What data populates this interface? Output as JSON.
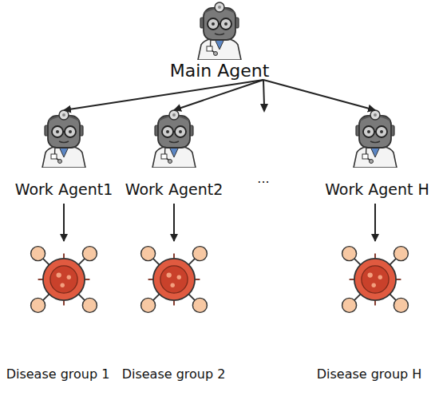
{
  "diagram": {
    "nodes": [
      {
        "text": [
          "Main Agent"
        ]
      },
      {
        "text": [
          "Work Agent1"
        ]
      },
      {
        "text": [
          "Work Agent2"
        ]
      },
      {
        "text": [
          "Work Agent H"
        ]
      },
      {
        "text": [
          "Disease group 1"
        ]
      },
      {
        "text": [
          "Disease group 2"
        ]
      },
      {
        "text": [
          "Disease group H"
        ]
      }
    ],
    "edges": [
      {
        "from": 0,
        "to": 1,
        "arrow": "to"
      },
      {
        "from": 0,
        "to": 2,
        "arrow": "to"
      },
      {
        "from": 0,
        "to": 3,
        "arrow": "to"
      },
      {
        "from": 1,
        "to": 4,
        "arrow": "to"
      },
      {
        "from": 2,
        "to": 5,
        "arrow": "to"
      },
      {
        "from": 3,
        "to": 6,
        "arrow": "to"
      }
    ],
    "labels": [
      "..."
    ]
  }
}
